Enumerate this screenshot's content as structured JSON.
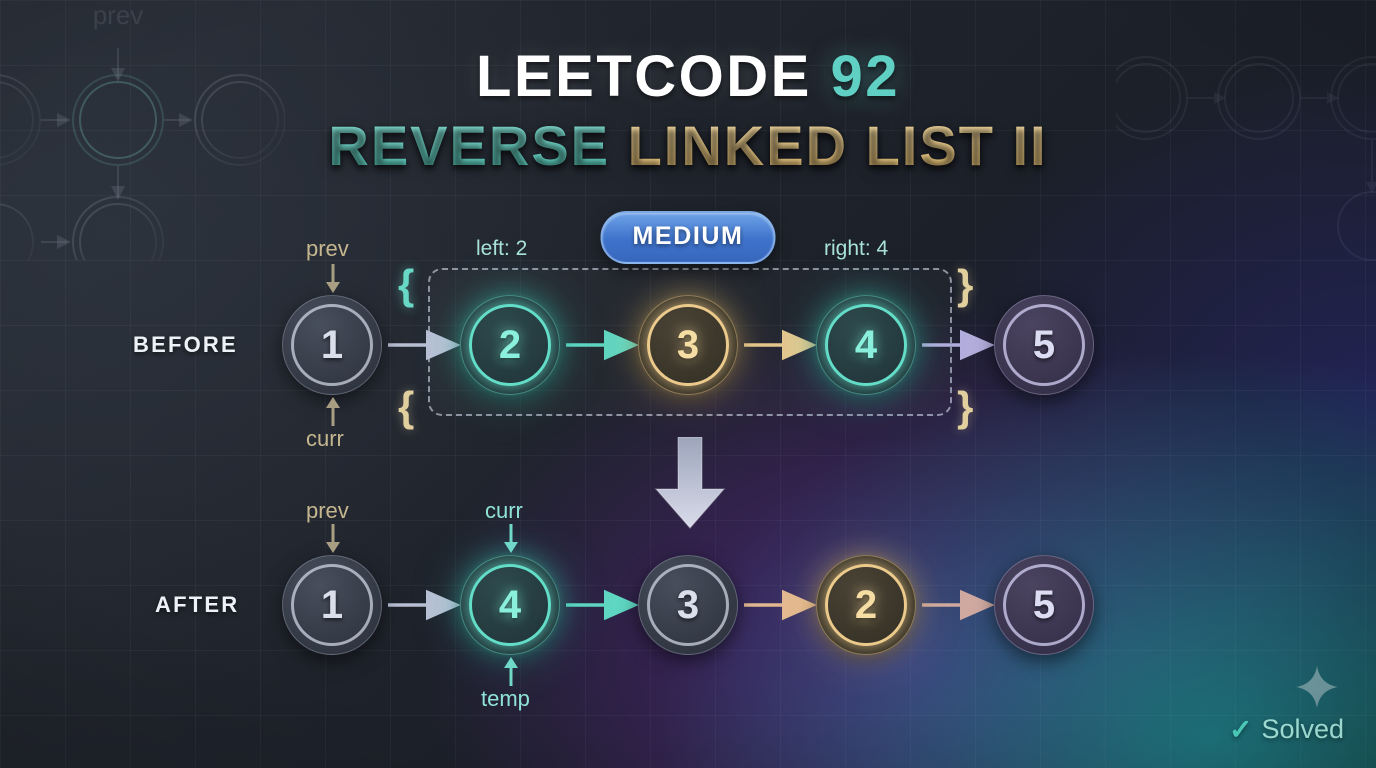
{
  "title": {
    "line1_main": "LEETCODE",
    "line1_number": "92",
    "line2_teal": "REVERSE",
    "line2_gold": "LINKED LIST II"
  },
  "difficulty_badge": {
    "label": "MEDIUM",
    "color": "#3f74cc"
  },
  "range": {
    "left_label": "left: 2",
    "right_label": "right: 4",
    "brace_open_top": "{",
    "brace_open_bottom": "{",
    "brace_close_top": "}",
    "brace_close_bottom": "}"
  },
  "before": {
    "row_label": "BEFORE",
    "nodes": [
      {
        "value": "1",
        "style": "gray"
      },
      {
        "value": "2",
        "style": "teal"
      },
      {
        "value": "3",
        "style": "gold"
      },
      {
        "value": "4",
        "style": "teal"
      },
      {
        "value": "5",
        "style": "lavender"
      }
    ],
    "pointers": [
      {
        "name": "prev",
        "target": "1",
        "position": "above",
        "color": "#c5b68f"
      },
      {
        "name": "curr",
        "target": "1",
        "position": "below",
        "color": "#c5b68f"
      }
    ]
  },
  "after": {
    "row_label": "AFTER",
    "nodes": [
      {
        "value": "1",
        "style": "gray"
      },
      {
        "value": "4",
        "style": "teal"
      },
      {
        "value": "3",
        "style": "gray"
      },
      {
        "value": "2",
        "style": "gold"
      },
      {
        "value": "5",
        "style": "lavender"
      }
    ],
    "pointers": [
      {
        "name": "prev",
        "target": "1",
        "position": "above",
        "color": "#c5b68f"
      },
      {
        "name": "curr",
        "target": "4",
        "position": "above",
        "color": "#8fe3d6"
      },
      {
        "name": "temp",
        "target": "4",
        "position": "below",
        "color": "#8fe3d6"
      }
    ]
  },
  "background_decoration": {
    "ghost_label": "prev"
  },
  "status": {
    "solved_label": "Solved",
    "check_glyph": "✓"
  },
  "colors": {
    "teal": "#63dcc8",
    "gold": "#ebca8b",
    "lavender": "#cecbee",
    "gray": "#d9e0ec",
    "badge_blue": "#3f74cc",
    "background_dark": "#1d2129"
  }
}
